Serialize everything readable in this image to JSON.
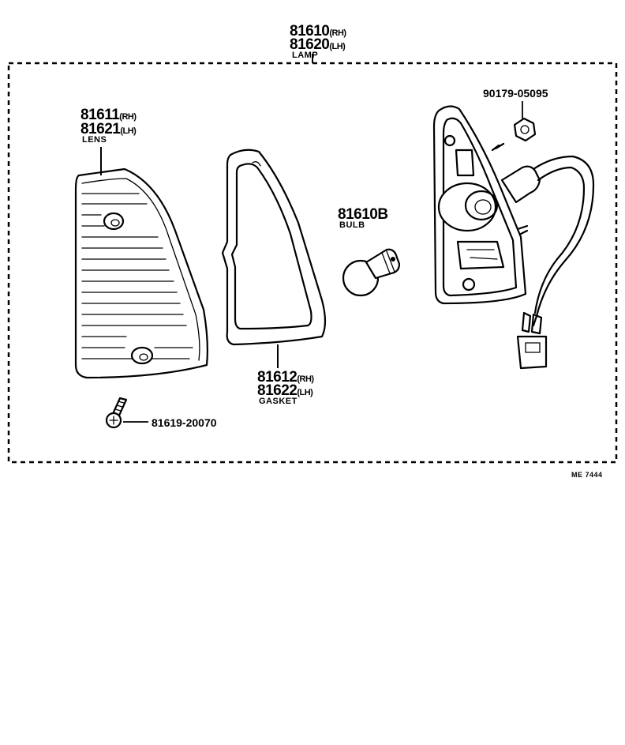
{
  "lamp": {
    "num_rh": "81610",
    "tag_rh": "(RH)",
    "num_lh": "81620",
    "tag_lh": "(LH)",
    "name": "LAMP"
  },
  "lens": {
    "num_rh": "81611",
    "tag_rh": "(RH)",
    "num_lh": "81621",
    "tag_lh": "(LH)",
    "name": "LENS"
  },
  "gasket": {
    "num_rh": "81612",
    "tag_rh": "(RH)",
    "num_lh": "81622",
    "tag_lh": "(LH)",
    "name": "GASKET"
  },
  "bulb": {
    "num": "81610B",
    "name": "BULB"
  },
  "nut": {
    "num": "90179-05095"
  },
  "screw": {
    "num": "81619-20070"
  },
  "footer": {
    "code": "ME  7444"
  }
}
